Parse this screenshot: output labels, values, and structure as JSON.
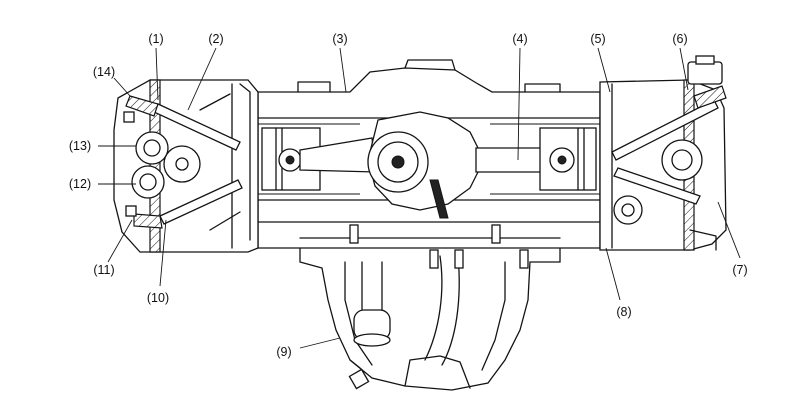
{
  "callouts": [
    {
      "id": 1,
      "label": "(1)"
    },
    {
      "id": 2,
      "label": "(2)"
    },
    {
      "id": 3,
      "label": "(3)"
    },
    {
      "id": 4,
      "label": "(4)"
    },
    {
      "id": 5,
      "label": "(5)"
    },
    {
      "id": 6,
      "label": "(6)"
    },
    {
      "id": 7,
      "label": "(7)"
    },
    {
      "id": 8,
      "label": "(8)"
    },
    {
      "id": 9,
      "label": "(9)"
    },
    {
      "id": 10,
      "label": "(10)"
    },
    {
      "id": 11,
      "label": "(11)"
    },
    {
      "id": 12,
      "label": "(12)"
    },
    {
      "id": 13,
      "label": "(13)"
    },
    {
      "id": 14,
      "label": "(14)"
    }
  ]
}
